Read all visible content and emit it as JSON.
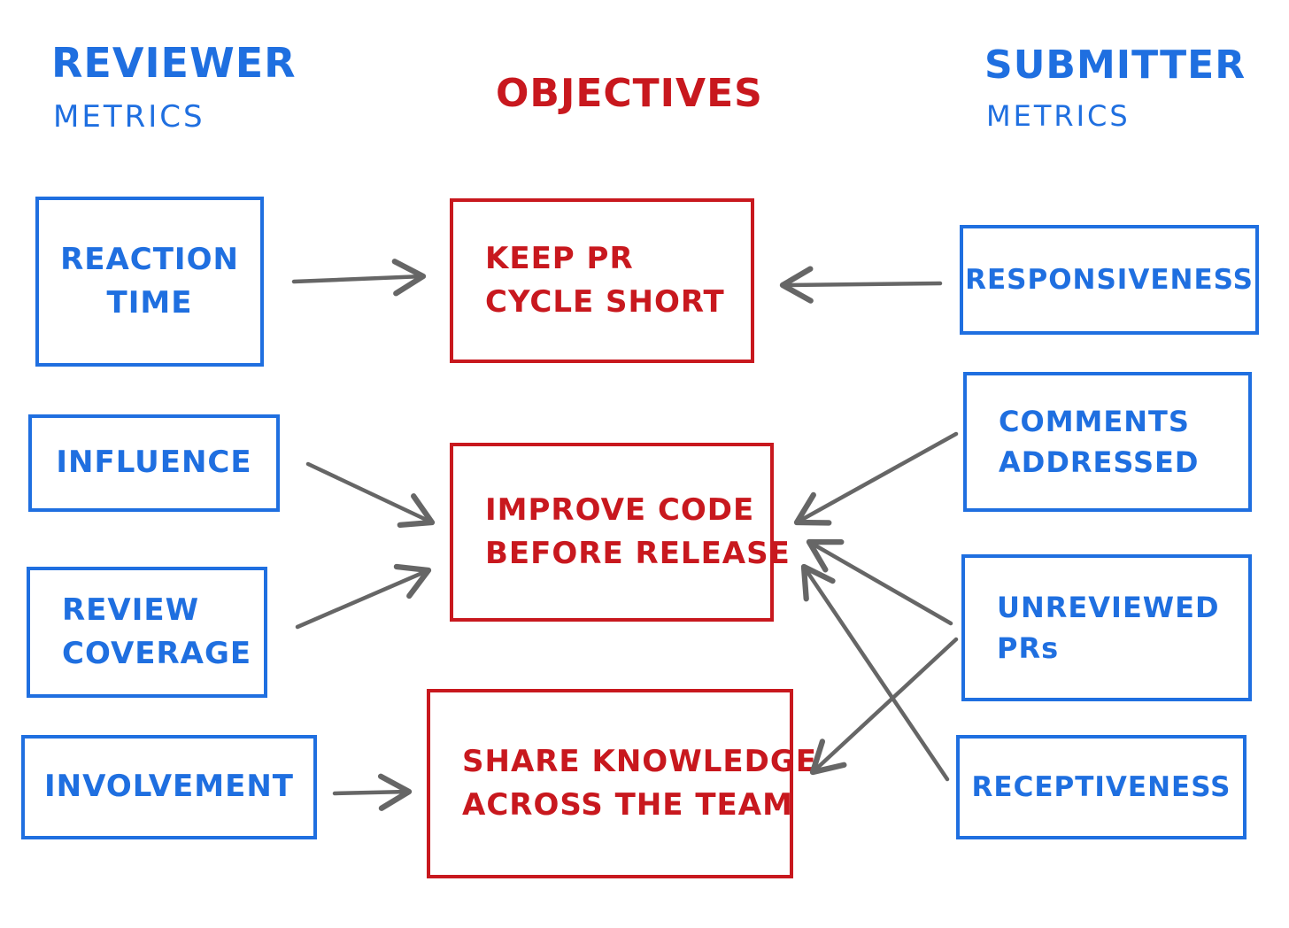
{
  "headers": {
    "reviewer_title": "REVIEWER",
    "reviewer_subtitle": "METRICS",
    "objectives_title": "OBJECTIVES",
    "submitter_title": "SUBMITTER",
    "submitter_subtitle": "METRICS"
  },
  "reviewer_metrics": [
    {
      "lines": [
        "REACTION",
        "TIME"
      ]
    },
    {
      "lines": [
        "INFLUENCE"
      ]
    },
    {
      "lines": [
        "REVIEW",
        "COVERAGE"
      ]
    },
    {
      "lines": [
        "INVOLVEMENT"
      ]
    }
  ],
  "objectives": [
    {
      "lines": [
        "KEEP PR",
        "CYCLE SHORT"
      ]
    },
    {
      "lines": [
        "IMPROVE CODE",
        "BEFORE RELEASE"
      ]
    },
    {
      "lines": [
        "SHARE KNOWLEDGE",
        "ACROSS THE TEAM"
      ]
    }
  ],
  "submitter_metrics": [
    {
      "lines": [
        "RESPONSIVENESS"
      ]
    },
    {
      "lines": [
        "COMMENTS",
        "ADDRESSED"
      ]
    },
    {
      "lines": [
        "UNREVIEWED",
        "PRs"
      ]
    },
    {
      "lines": [
        "RECEPTIVENESS"
      ]
    }
  ],
  "colors": {
    "metric": "#1f6fe0",
    "objective": "#c8181e",
    "arrow": "#666666"
  }
}
